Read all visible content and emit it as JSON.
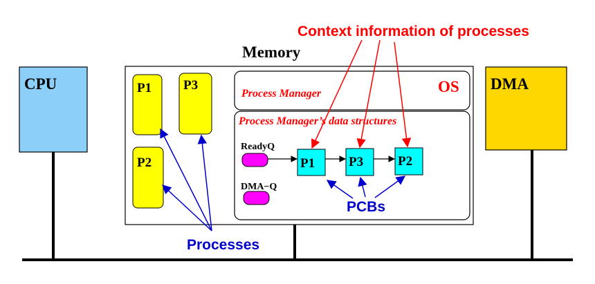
{
  "colors": {
    "cpu_fill": "#8ccff8",
    "dma_fill": "#ffd700",
    "process_fill": "#ffff00",
    "pcb_fill": "#00ffff",
    "queue_fill": "#ff00ff",
    "red": "#ff0000",
    "blue": "#0000cc",
    "black": "#000000"
  },
  "labels": {
    "context_info": "Context information of processes",
    "memory": "Memory",
    "cpu": "CPU",
    "dma": "DMA",
    "os": "OS",
    "process_manager": "Process Manager",
    "pm_data_structures": "Process Manager’s data structures",
    "readyq": "ReadyQ",
    "dmaq": "DMA−Q",
    "pcbs": "PCBs",
    "processes": "Processes"
  },
  "processes": [
    {
      "label": "P1"
    },
    {
      "label": "P3"
    },
    {
      "label": "P2"
    }
  ],
  "pcbs": [
    {
      "label": "P1"
    },
    {
      "label": "P3"
    },
    {
      "label": "P2"
    }
  ]
}
